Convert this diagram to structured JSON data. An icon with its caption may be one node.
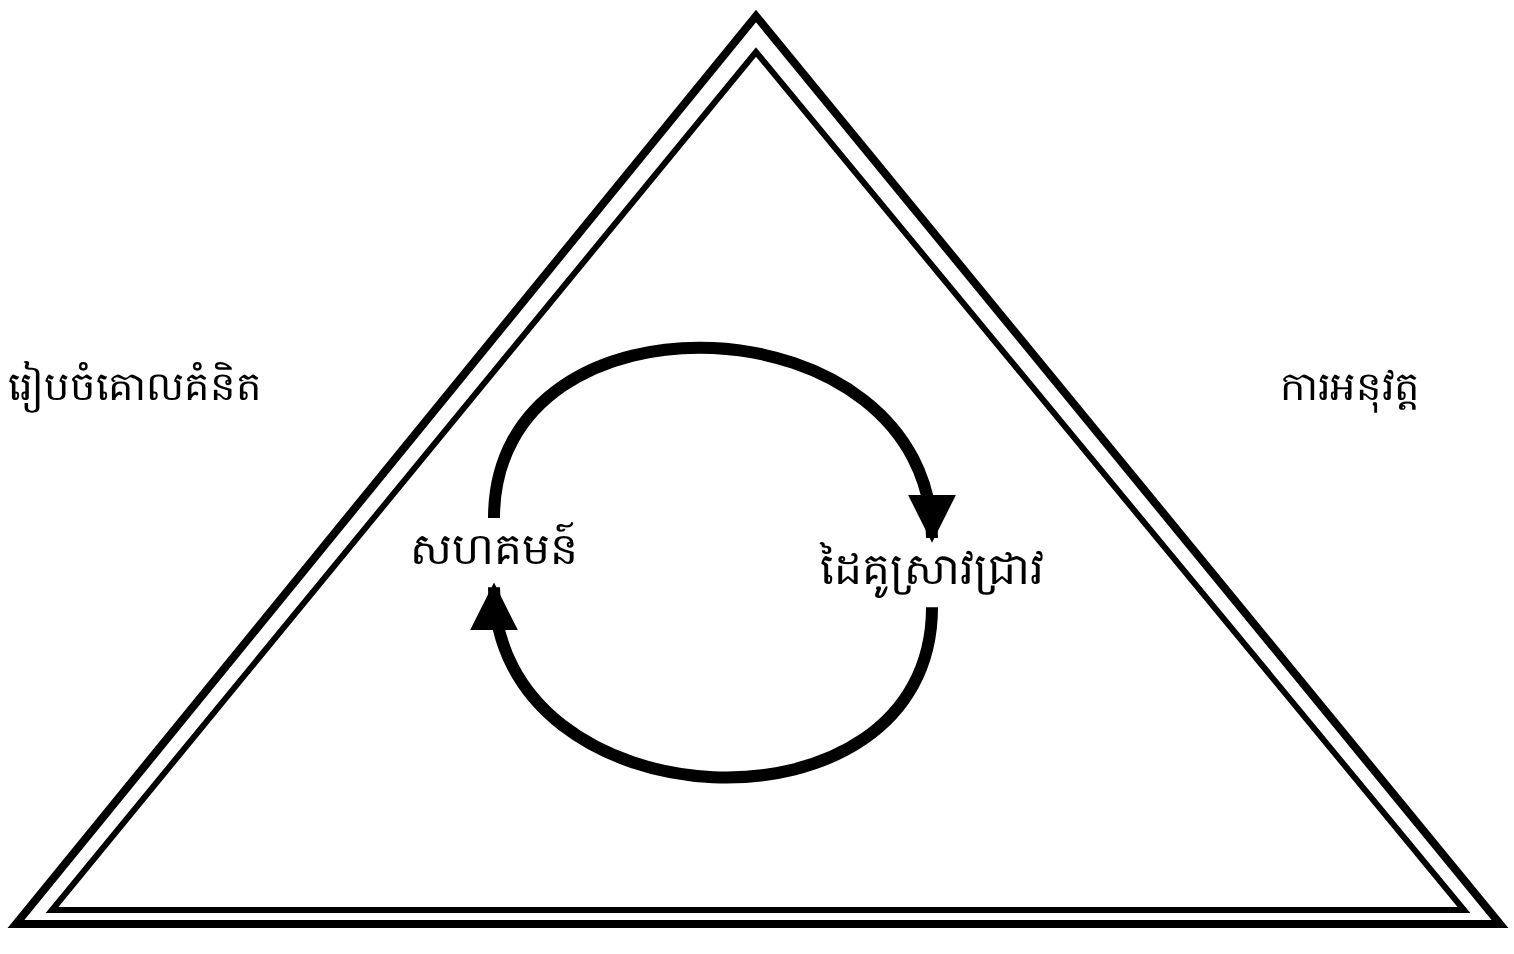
{
  "diagram": {
    "nodes": [
      {
        "text": [
          "សហគមន៍"
        ]
      },
      {
        "text": [
          "ដៃគូស្រាវជ្រាវ"
        ]
      }
    ],
    "edges": [
      {
        "from": 0,
        "to": 1,
        "arrow": "to"
      },
      {
        "from": 1,
        "to": 0,
        "arrow": "to"
      }
    ],
    "labels": [
      "រៀបចំគោលគំនិត",
      "ការអនុវត្ត"
    ]
  }
}
